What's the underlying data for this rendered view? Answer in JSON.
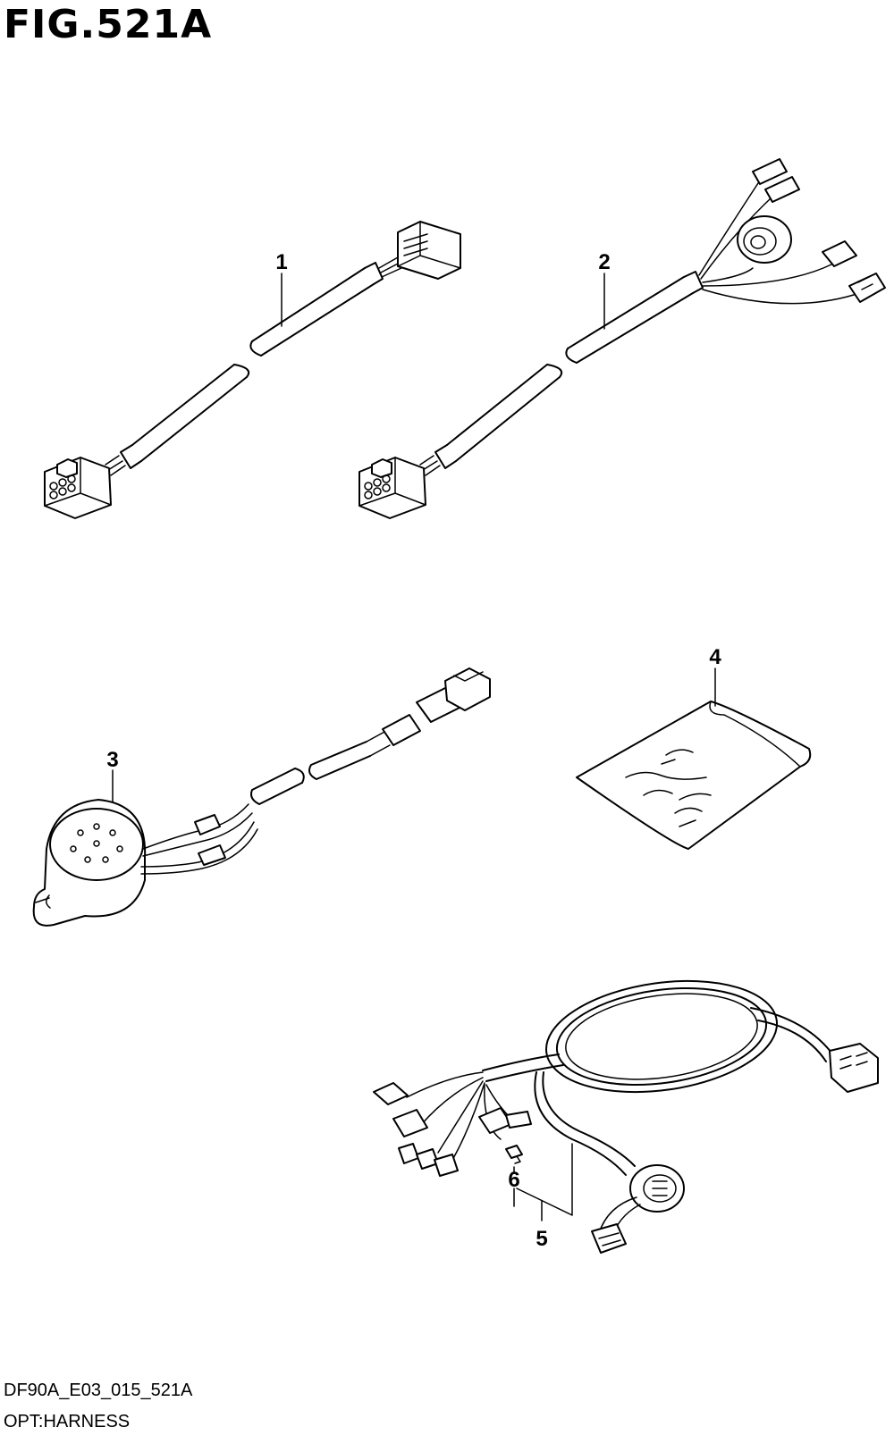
{
  "figure": {
    "title": "FIG.521A",
    "code": "DF90A_E03_015_521A",
    "name": "OPT:HARNESS"
  },
  "callouts": [
    {
      "id": "1",
      "label": "1"
    },
    {
      "id": "2",
      "label": "2"
    },
    {
      "id": "3",
      "label": "3"
    },
    {
      "id": "4",
      "label": "4"
    },
    {
      "id": "5",
      "label": "5"
    },
    {
      "id": "6",
      "label": "6"
    }
  ]
}
